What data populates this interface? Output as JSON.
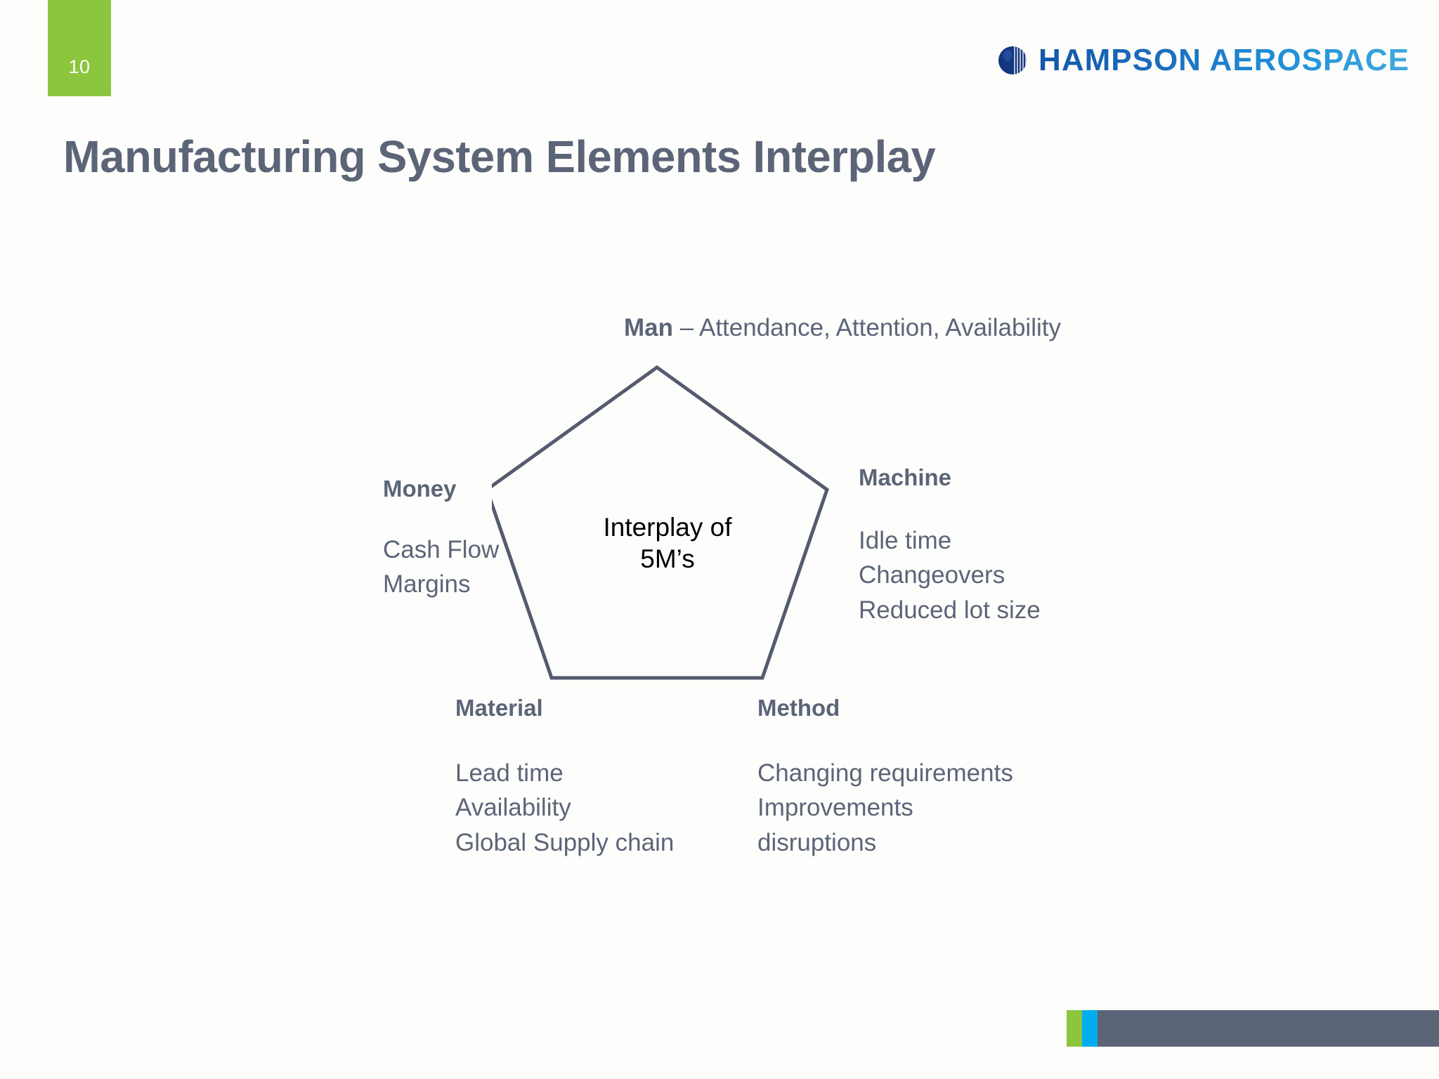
{
  "slide": {
    "page_number": "10",
    "title": "Manufacturing System Elements Interplay",
    "background_color": "#fdfefb"
  },
  "logo": {
    "brand": "HAMPSON AEROSPACE",
    "mark_icon": "globe-sphere-icon",
    "color": "#1b6fc0"
  },
  "diagram": {
    "center_line1": "Interplay of",
    "center_line2": "5M’s",
    "shape": "pentagon",
    "shape_stroke_color": "#555b6e",
    "man": {
      "label": "Man",
      "separator": " – ",
      "detail": "Attendance, Attention, Availability"
    },
    "money": {
      "heading": "Money",
      "items": [
        "Cash Flow",
        "Margins"
      ]
    },
    "machine": {
      "heading": "Machine",
      "items": [
        "Idle time",
        "Changeovers",
        "Reduced lot size"
      ]
    },
    "material": {
      "heading": "Material",
      "items": [
        "Lead time",
        "Availability",
        "Global Supply chain"
      ]
    },
    "method": {
      "heading": "Method",
      "items": [
        "Changing requirements",
        "Improvements",
        "disruptions"
      ]
    }
  },
  "footer": {
    "accent_green": "#8cc63e",
    "accent_cyan": "#00aeef",
    "accent_slate": "#5c6478"
  }
}
